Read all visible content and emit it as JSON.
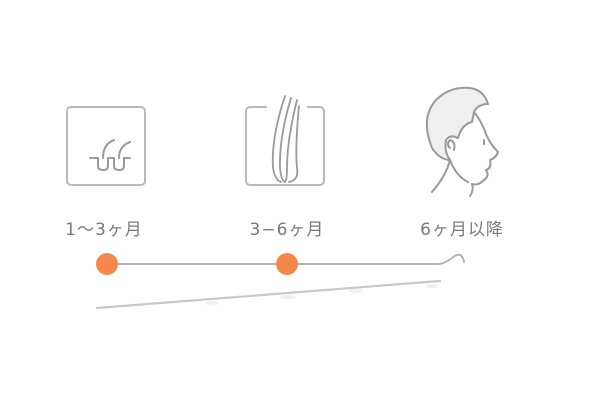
{
  "diagram": {
    "title": "",
    "stages": [
      {
        "label": "1〜3ヶ月",
        "icon": "hair-follicle-icon",
        "marker_color": "#f5884a"
      },
      {
        "label": "3−6ヶ月",
        "icon": "hair-strands-icon",
        "marker_color": "#f5884a"
      },
      {
        "label": "6ヶ月以降",
        "icon": "man-profile-icon",
        "marker_color": null
      }
    ],
    "colors": {
      "accent": "#f5884a",
      "line": "#b5b5b5",
      "icon_stroke": "#9a9a9a",
      "text": "#7a7a7a",
      "hair_fill": "#efefef"
    }
  }
}
